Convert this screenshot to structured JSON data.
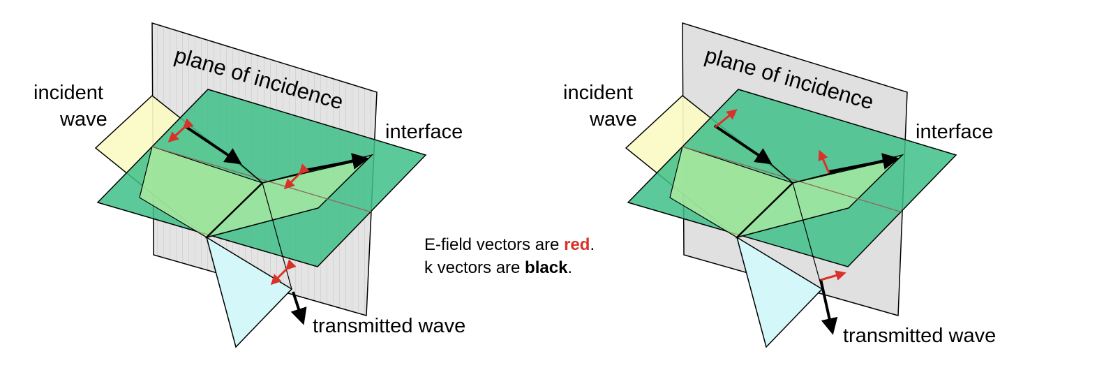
{
  "colors": {
    "e_field": "#d8322a",
    "k_vector": "#000000",
    "plane_of_incidence": "#d9d9d9",
    "interface": "#3fbf8a",
    "incident_wave": "#fbfac4",
    "reflected_wave": "#a3e8a0",
    "transmitted_wave": "#d4f7fa"
  },
  "left_diagram": {
    "plane_label": "plane of incidence",
    "incident_label_line1": "incident",
    "incident_label_line2": "wave",
    "interface_label": "interface",
    "transmitted_label": "transmitted wave"
  },
  "right_diagram": {
    "plane_label": "plane of incidence",
    "incident_label_line1": "incident",
    "incident_label_line2": "wave",
    "interface_label": "interface",
    "transmitted_label": "transmitted wave"
  },
  "legend": {
    "line1_prefix": "E-field vectors are ",
    "line1_bold": "red",
    "line1_suffix": ".",
    "line2_prefix": "k vectors are ",
    "line2_bold": "black",
    "line2_suffix": "."
  }
}
